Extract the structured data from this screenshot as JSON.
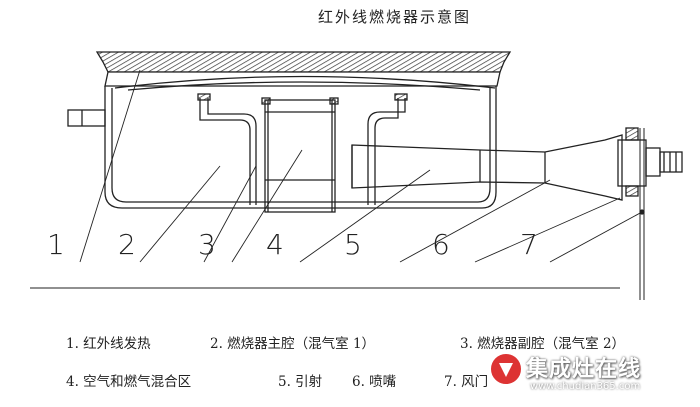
{
  "diagram": {
    "title": "红外线燃烧器示意图",
    "callout_numbers": [
      "1",
      "2",
      "3",
      "4",
      "5",
      "6",
      "7"
    ],
    "legend": [
      "1. 红外线发热",
      "2. 燃烧器主腔（混气室 1）",
      "3. 燃烧器副腔（混气室 2）",
      "4. 空气和燃气混合区",
      "5. 引射",
      "6. 喷嘴",
      "7. 风门"
    ]
  },
  "watermark": {
    "brand": "集成灶在线",
    "url": "www.chudian365.com"
  }
}
